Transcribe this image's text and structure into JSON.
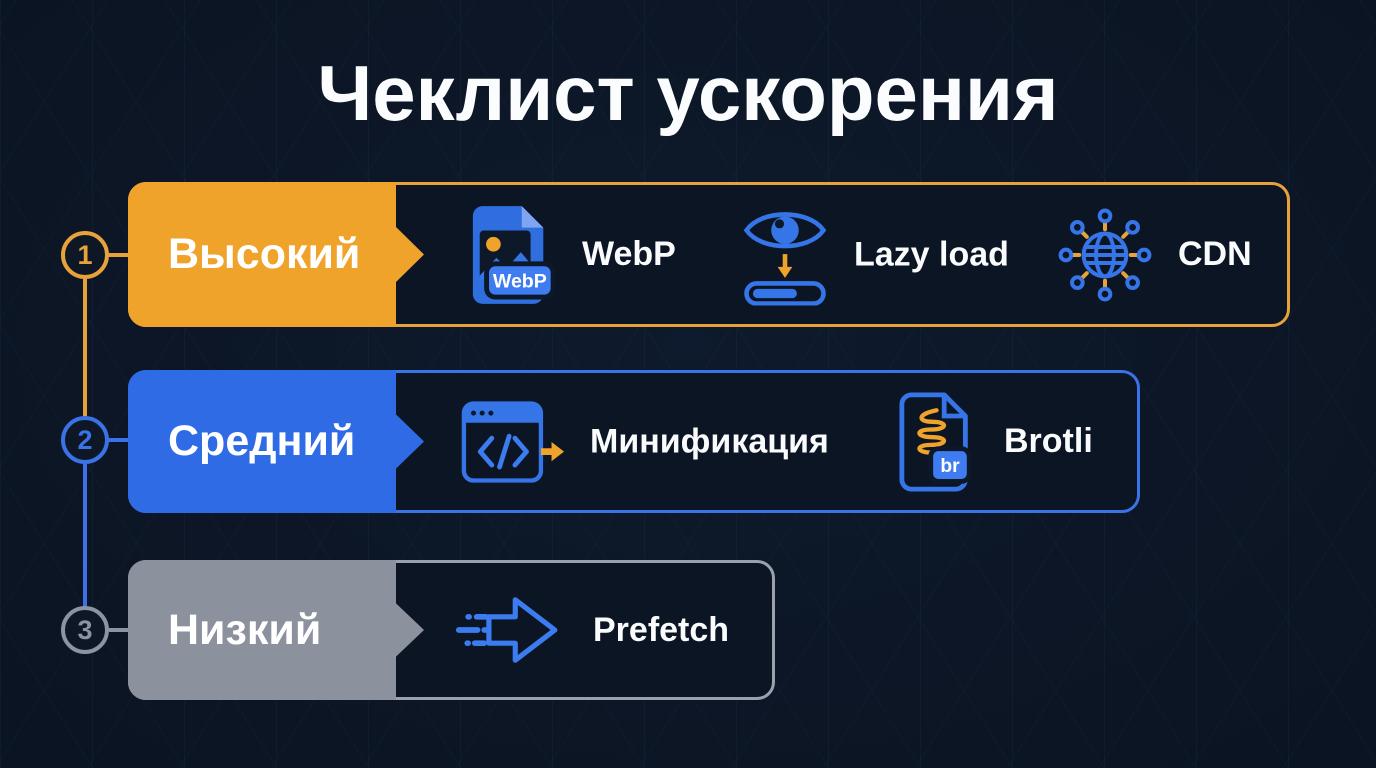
{
  "title": "Чеклист ускорения",
  "colors": {
    "background": "#0C1626",
    "high_accent": "#F0A32B",
    "medium_accent": "#2E6BE4",
    "low_accent": "#8B919D",
    "icon_blue": "#3575E8",
    "icon_orange": "#F0A32B",
    "text": "#FFFFFF"
  },
  "icons": {
    "webp_badge": "WebP",
    "brotli_badge": "br"
  },
  "rows": [
    {
      "id": "high",
      "number": "1",
      "label": "Высокий",
      "items": [
        {
          "icon": "webp-file-icon",
          "label": "WebP"
        },
        {
          "icon": "lazy-load-icon",
          "label": "Lazy load"
        },
        {
          "icon": "cdn-globe-icon",
          "label": "CDN"
        }
      ]
    },
    {
      "id": "medium",
      "number": "2",
      "label": "Средний",
      "items": [
        {
          "icon": "code-minify-icon",
          "label": "Минификация"
        },
        {
          "icon": "brotli-file-icon",
          "label": "Brotli"
        }
      ]
    },
    {
      "id": "low",
      "number": "3",
      "label": "Низкий",
      "items": [
        {
          "icon": "prefetch-arrow-icon",
          "label": "Prefetch"
        }
      ]
    }
  ]
}
